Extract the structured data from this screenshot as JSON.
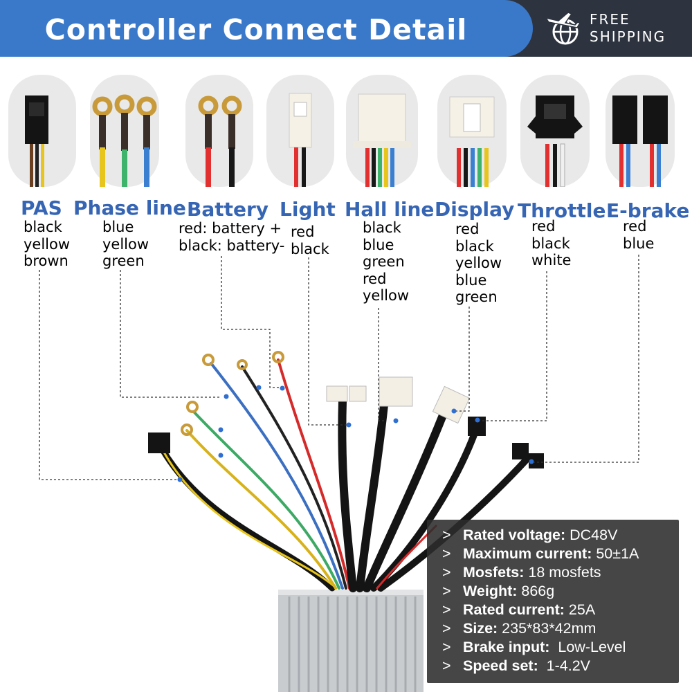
{
  "banner": {
    "title": "Controller Connect Detail",
    "shipping_line1": "FREE",
    "shipping_line2": "SHIPPING",
    "icon": "airplane-globe-icon"
  },
  "colors": {
    "banner_blue": "#3a79c9",
    "banner_dark": "#2d3440",
    "label_blue": "#3665b3",
    "spec_panel": "#2c2c2c"
  },
  "connectors": [
    {
      "name": "PAS",
      "wires": [
        "black",
        "yellow",
        "brown"
      ]
    },
    {
      "name": "Phase line",
      "wires": [
        "blue",
        "yellow",
        "green"
      ]
    },
    {
      "name": "Battery",
      "wires": [
        "red: battery +",
        "black: battery-"
      ]
    },
    {
      "name": "Light",
      "wires": [
        "red",
        "black"
      ]
    },
    {
      "name": "Hall line",
      "wires": [
        "black",
        "blue",
        "green",
        "red",
        "yellow"
      ]
    },
    {
      "name": "Display",
      "wires": [
        "red",
        "black",
        "yellow",
        "blue",
        "green"
      ]
    },
    {
      "name": "Throttle",
      "wires": [
        "red",
        "black",
        "white"
      ]
    },
    {
      "name": "E-brake",
      "wires": [
        "red",
        "blue"
      ]
    }
  ],
  "specs": [
    {
      "arrow": ">",
      "key": "Rated voltage:",
      "value": " DC48V"
    },
    {
      "arrow": ">",
      "key": "Maximum current:",
      "value": " 50±1A"
    },
    {
      "arrow": ">",
      "key": "Mosfets:",
      "value": " 18 mosfets"
    },
    {
      "arrow": ">",
      "key": "Weight:",
      "value": " 866g"
    },
    {
      "arrow": ">",
      "key": "Rated current:",
      "value": " 25A"
    },
    {
      "arrow": ">",
      "key": "Size:",
      "value": " 235*83*42mm"
    },
    {
      "arrow": ">",
      "key": "Brake input:",
      "value": "  Low-Level"
    },
    {
      "arrow": ">",
      "key": "Speed set:",
      "value": "  1-4.2V"
    }
  ]
}
